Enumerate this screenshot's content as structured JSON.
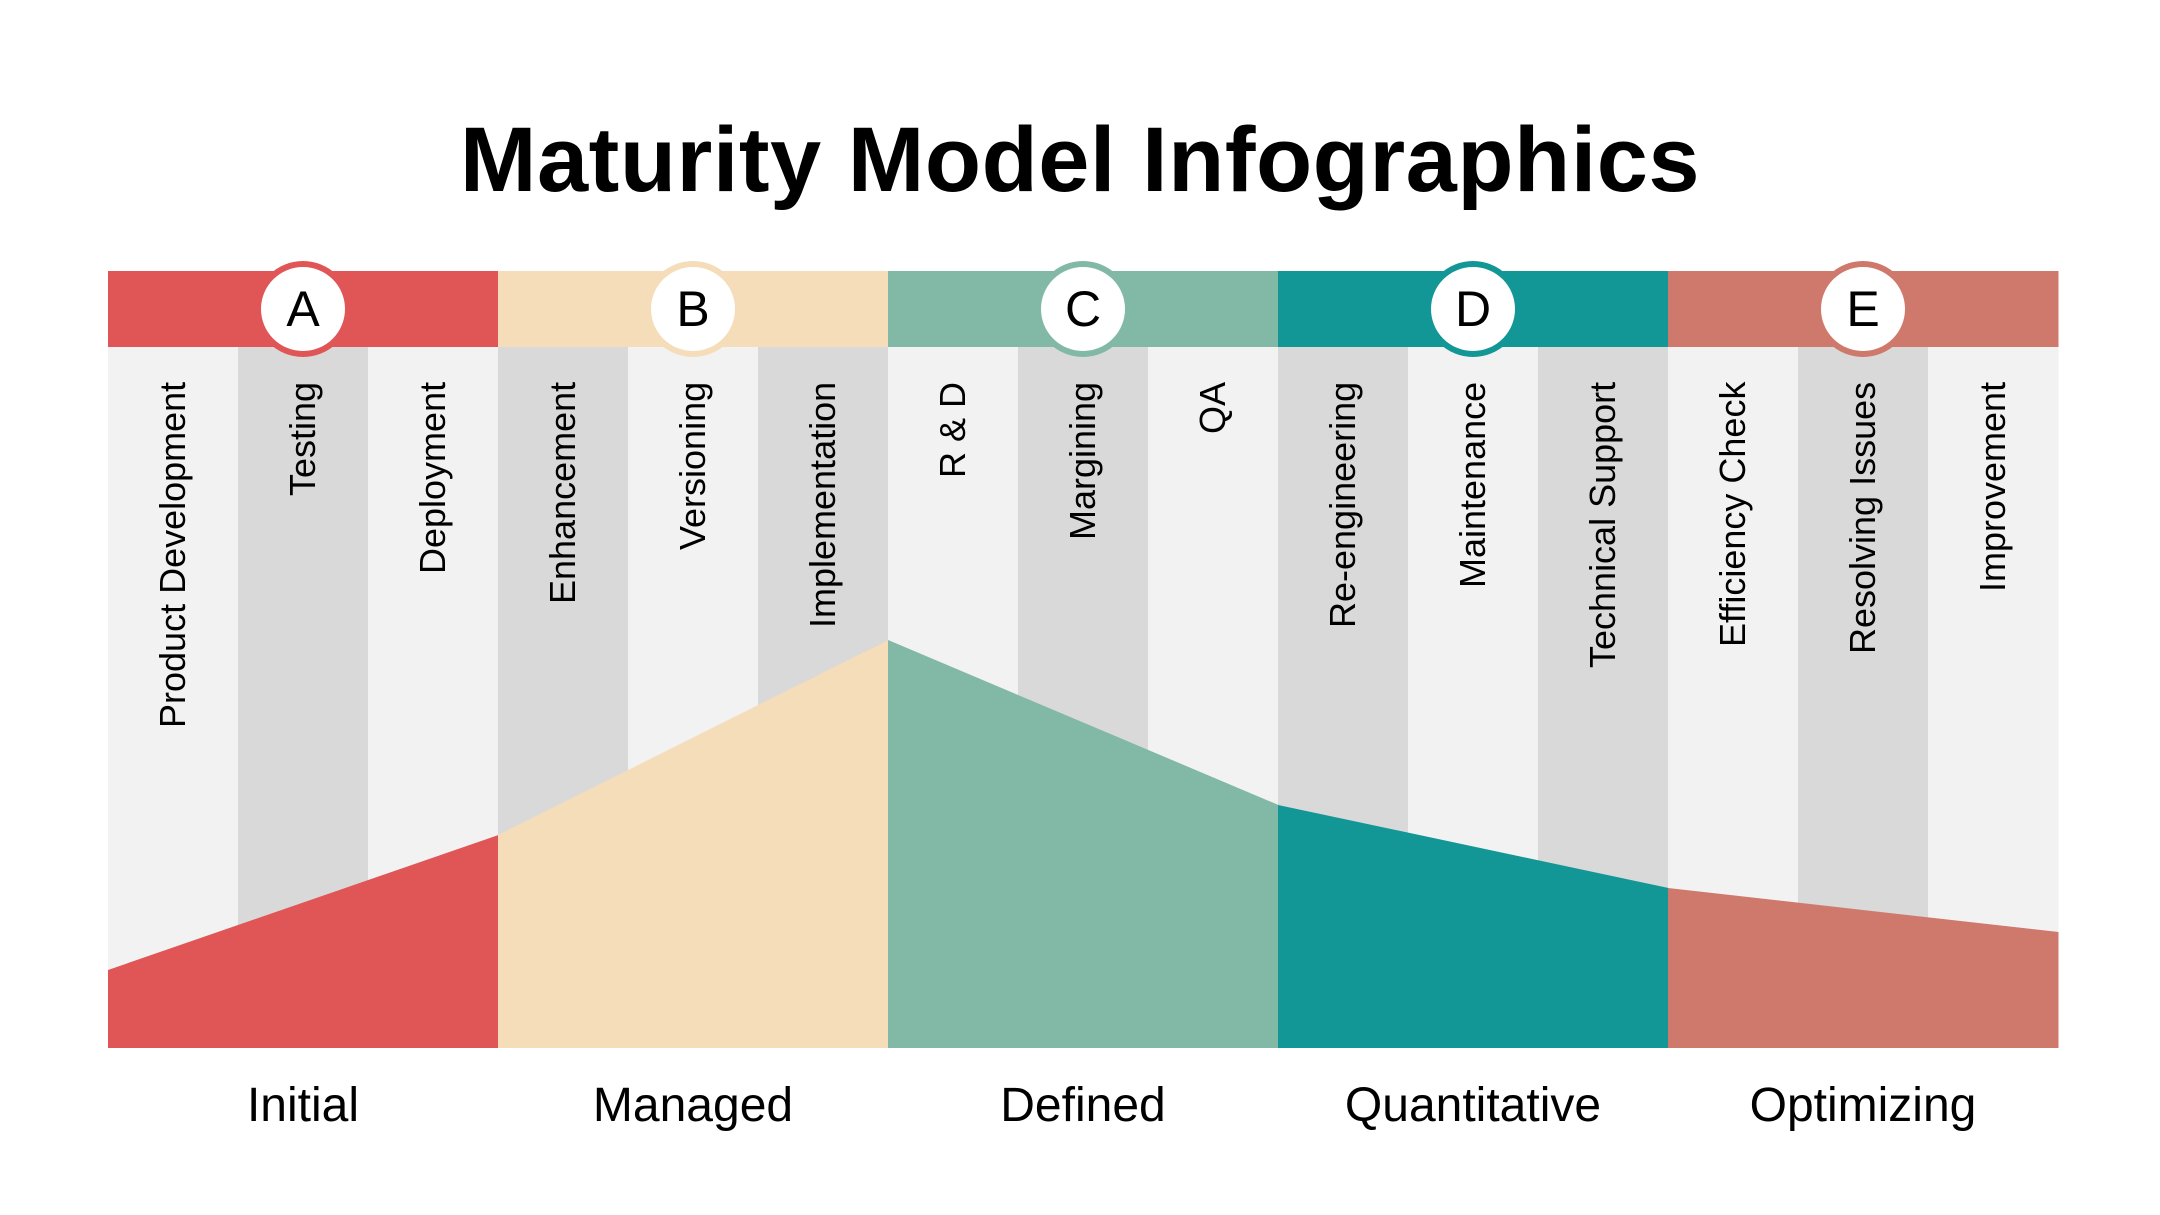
{
  "title": "Maturity Model Infographics",
  "colors": {
    "stripe_light": "#f2f2f2",
    "stripe_dark": "#d9d9d9",
    "text": "#000000"
  },
  "stages": [
    {
      "letter": "A",
      "name": "Initial",
      "color": "#e05555",
      "items": [
        "Product Development",
        "Testing",
        "Deployment"
      ]
    },
    {
      "letter": "B",
      "name": "Managed",
      "color": "#f4ddb8",
      "items": [
        "Enhancement",
        "Versioning",
        "Implementation"
      ]
    },
    {
      "letter": "C",
      "name": "Defined",
      "color": "#82b9a6",
      "items": [
        "R & D",
        "Margining",
        "QA"
      ]
    },
    {
      "letter": "D",
      "name": "Quantitative",
      "color": "#129696",
      "items": [
        "Re-engineering",
        "Maintenance",
        "Technical Support"
      ]
    },
    {
      "letter": "E",
      "name": "Optimizing",
      "color": "#cf786c",
      "items": [
        "Efficiency Check",
        "Resolving Issues",
        "Improvement"
      ]
    }
  ]
}
